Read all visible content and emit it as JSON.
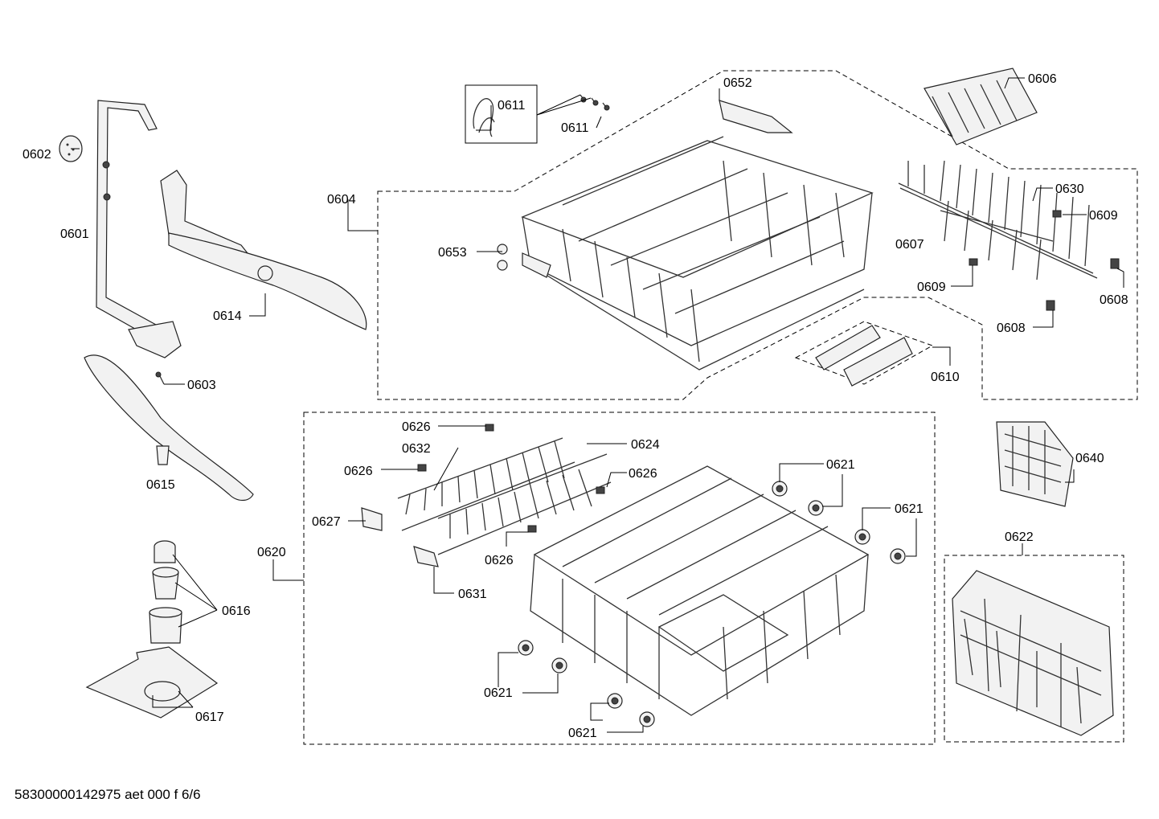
{
  "document_id": "58300000142975 aet 000 f 6/6",
  "labels": {
    "l0601": "0601",
    "l0602": "0602",
    "l0603": "0603",
    "l0604": "0604",
    "l0606": "0606",
    "l0607": "0607",
    "l0608a": "0608",
    "l0608b": "0608",
    "l0609a": "0609",
    "l0609b": "0609",
    "l0610": "0610",
    "l0611a": "0611",
    "l0611b": "0611",
    "l0614": "0614",
    "l0615": "0615",
    "l0616": "0616",
    "l0617": "0617",
    "l0620": "0620",
    "l0621a": "0621",
    "l0621b": "0621",
    "l0621c": "0621",
    "l0621d": "0621",
    "l0622": "0622",
    "l0624": "0624",
    "l0626a": "0626",
    "l0626b": "0626",
    "l0626c": "0626",
    "l0626d": "0626",
    "l0627": "0627",
    "l0630": "0630",
    "l0631": "0631",
    "l0632": "0632",
    "l0640": "0640",
    "l0652": "0652",
    "l0653": "0653"
  }
}
